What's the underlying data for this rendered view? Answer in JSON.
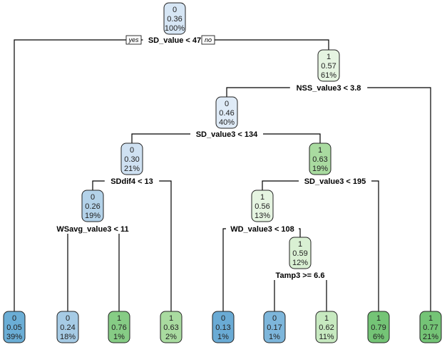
{
  "diagram": {
    "type": "decision-tree",
    "branch_labels": {
      "yes": "yes",
      "no": "no"
    },
    "nodes": [
      {
        "id": "n1",
        "class": "0",
        "prob": "0.36",
        "pct": "100%",
        "color": "#d6e6f5",
        "split": "SD_value < 47"
      },
      {
        "id": "n3",
        "class": "1",
        "prob": "0.57",
        "pct": "61%",
        "color": "#e5f4e1",
        "split": "NSS_value3 < 3.8"
      },
      {
        "id": "n6",
        "class": "0",
        "prob": "0.46",
        "pct": "40%",
        "color": "#dfebf7",
        "split": "SD_value3 < 134"
      },
      {
        "id": "n12",
        "class": "0",
        "prob": "0.30",
        "pct": "21%",
        "color": "#cfe1f2",
        "split": "SDdif4 < 13"
      },
      {
        "id": "n13",
        "class": "1",
        "prob": "0.63",
        "pct": "19%",
        "color": "#a9dba0",
        "split": "SD_value3 < 195"
      },
      {
        "id": "n24",
        "class": "0",
        "prob": "0.26",
        "pct": "19%",
        "color": "#b3d2e9",
        "split": "WSavg_value3 < 11"
      },
      {
        "id": "n26",
        "class": "1",
        "prob": "0.56",
        "pct": "13%",
        "color": "#e5f4e1",
        "split": "WD_value3 < 108"
      },
      {
        "id": "n53",
        "class": "1",
        "prob": "0.59",
        "pct": "12%",
        "color": "#d9f0d3",
        "split": "Tamp3 >= 6.6"
      },
      {
        "id": "n2",
        "class": "0",
        "prob": "0.05",
        "pct": "39%",
        "color": "#6baed6"
      },
      {
        "id": "n48",
        "class": "0",
        "prob": "0.24",
        "pct": "18%",
        "color": "#a6cbe5"
      },
      {
        "id": "n49",
        "class": "1",
        "prob": "0.76",
        "pct": "1%",
        "color": "#86cc85"
      },
      {
        "id": "n25",
        "class": "1",
        "prob": "0.63",
        "pct": "2%",
        "color": "#a9dba0"
      },
      {
        "id": "n52",
        "class": "0",
        "prob": "0.13",
        "pct": "1%",
        "color": "#6aabd5"
      },
      {
        "id": "n106",
        "class": "0",
        "prob": "0.17",
        "pct": "1%",
        "color": "#7db6db"
      },
      {
        "id": "n107",
        "class": "1",
        "prob": "0.62",
        "pct": "11%",
        "color": "#c7e9c0"
      },
      {
        "id": "n27",
        "class": "1",
        "prob": "0.79",
        "pct": "6%",
        "color": "#74c476"
      },
      {
        "id": "n7",
        "class": "1",
        "prob": "0.77",
        "pct": "21%",
        "color": "#74c476"
      }
    ]
  }
}
